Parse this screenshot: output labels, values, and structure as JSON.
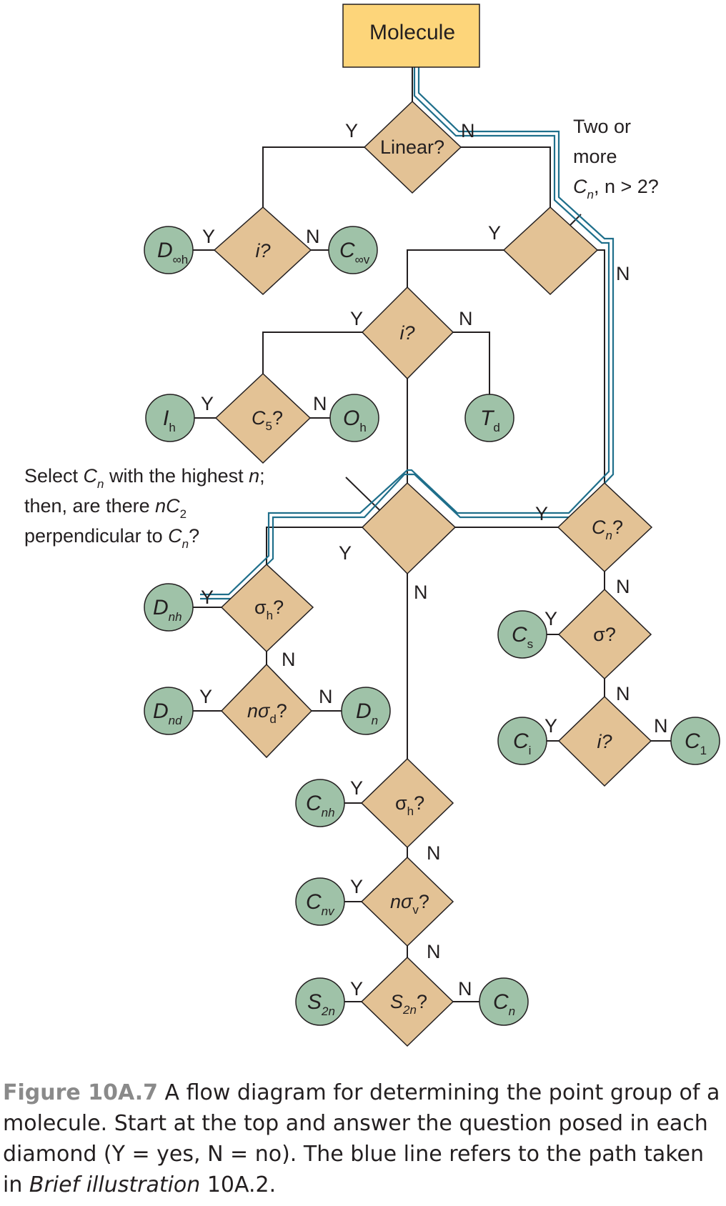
{
  "start": {
    "label": "Molecule"
  },
  "answers": {
    "yes": "Y",
    "no": "N"
  },
  "questions": {
    "linear": "Linear?",
    "i": "i?",
    "c5": "C",
    "c5_sub": "5",
    "qmark": "?",
    "cn": "C",
    "cn_sub": "n",
    "sigma": "σ",
    "sigma_h_sub": "h",
    "n_sigma": "nσ",
    "sigma_d_sub": "d",
    "sigma_v_sub": "v",
    "s": "S",
    "s2n_sub": "2n",
    "sigma_plain": "σ?"
  },
  "notes": {
    "two_or_more_line1": "Two or",
    "two_or_more_line2": "more",
    "two_or_more_line3_a": "C",
    "two_or_more_line3_sub": "n",
    "two_or_more_line3_b": ", n > 2?",
    "select_line1_a": "Select ",
    "select_line1_c": "C",
    "select_line1_sub": "n",
    "select_line1_b": " with the highest ",
    "select_line1_n": "n",
    "select_line1_end": ";",
    "select_line2_a": "then, are there ",
    "select_line2_n": "nC",
    "select_line2_sub": "2",
    "select_line3_a": "perpendicular to ",
    "select_line3_c": "C",
    "select_line3_sub": "n",
    "select_line3_end": "?"
  },
  "groups": {
    "dinfh": {
      "main": "D",
      "sub": "∞h"
    },
    "cinfv": {
      "main": "C",
      "sub": "∞v"
    },
    "ih": {
      "main": "I",
      "sub": "h"
    },
    "oh": {
      "main": "O",
      "sub": "h"
    },
    "td": {
      "main": "T",
      "sub": "d"
    },
    "dnh": {
      "main": "D",
      "sub": "nh"
    },
    "dnd": {
      "main": "D",
      "sub": "nd"
    },
    "dn": {
      "main": "D",
      "sub": "n"
    },
    "cs": {
      "main": "C",
      "sub": "s"
    },
    "ci": {
      "main": "C",
      "sub": "i"
    },
    "c1": {
      "main": "C",
      "sub": "1"
    },
    "cnh": {
      "main": "C",
      "sub": "nh"
    },
    "cnv": {
      "main": "C",
      "sub": "nv"
    },
    "s2n": {
      "main": "S",
      "sub": "2n"
    },
    "cn": {
      "main": "C",
      "sub": "n"
    }
  },
  "caption": {
    "figure": "Figure 10A.7",
    "text_a": "  A flow diagram for determining the point group of a molecule. Start at the top and answer the question posed in each diamond (Y = yes, N = no). The blue line refers to the path taken in ",
    "text_italic": "Brief illustration",
    "text_b": " 10A.2."
  },
  "colors": {
    "start": "#fdd57a",
    "diamond": "#e3c295",
    "group": "#9fc2a8",
    "path": "#1f6f8b"
  }
}
